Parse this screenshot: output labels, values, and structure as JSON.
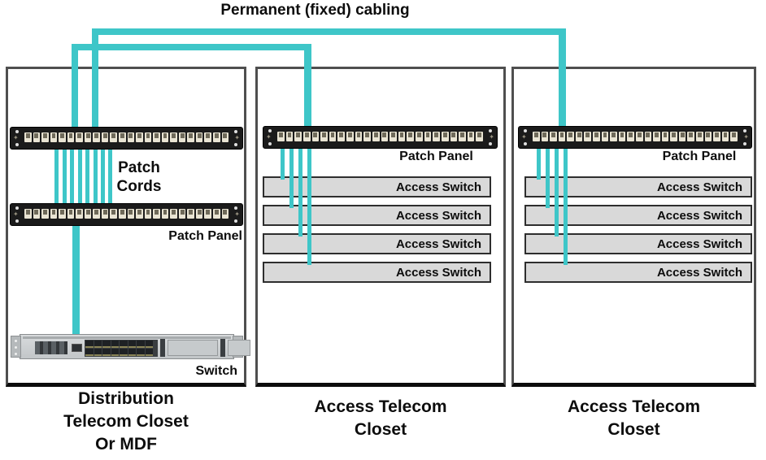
{
  "title": "Permanent (fixed) cabling",
  "closets": [
    {
      "caption": [
        "Distribution",
        "Telecom Closet",
        "Or MDF"
      ],
      "patch_cords_label": "Patch Cords",
      "patch_panel_label": "Patch Panel",
      "switch_label": "Switch",
      "patch_panel_count": 2
    },
    {
      "caption": [
        "Access Telecom",
        "Closet"
      ],
      "patch_panel_label": "Patch Panel",
      "access_switch_label": "Access Switch",
      "access_switch_count": 4
    },
    {
      "caption": [
        "Access Telecom",
        "Closet"
      ],
      "patch_panel_label": "Patch Panel",
      "access_switch_label": "Access Switch",
      "access_switch_count": 4
    }
  ],
  "equipment": {
    "patch_panel_ports": 24,
    "patch_cord_count": 8
  },
  "colors": {
    "cable_teal": "#3ec6c8",
    "box_border_gray": "#4f4f4f",
    "panel_black": "#1b1b1b",
    "access_switch_gray": "#d9d9d9"
  }
}
